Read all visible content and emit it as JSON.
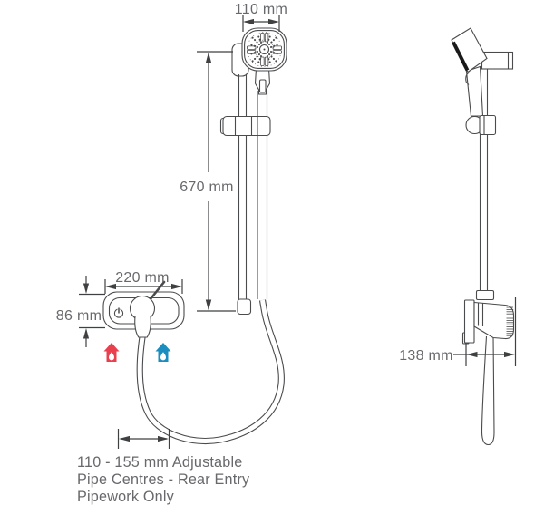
{
  "diagram": {
    "dim_head_width": "110 mm",
    "dim_rail_length": "670 mm",
    "dim_valve_width": "220 mm",
    "dim_valve_height": "86 mm",
    "dim_valve_depth": "138 mm",
    "note_line1": "110 - 155 mm Adjustable",
    "note_line2": "Pipe Centres - Rear Entry",
    "note_line3": "Pipework Only"
  },
  "icons": {
    "hot_inlet": {
      "name": "hot-water-inlet-icon",
      "color": "#e8404f"
    },
    "cold_inlet": {
      "name": "cold-water-inlet-icon",
      "color": "#1b8ebf"
    }
  },
  "colors": {
    "line": "#4a4b4d",
    "dimension": "#3f4042",
    "text": "#68696c",
    "head_edge": "#1a1a1a"
  }
}
